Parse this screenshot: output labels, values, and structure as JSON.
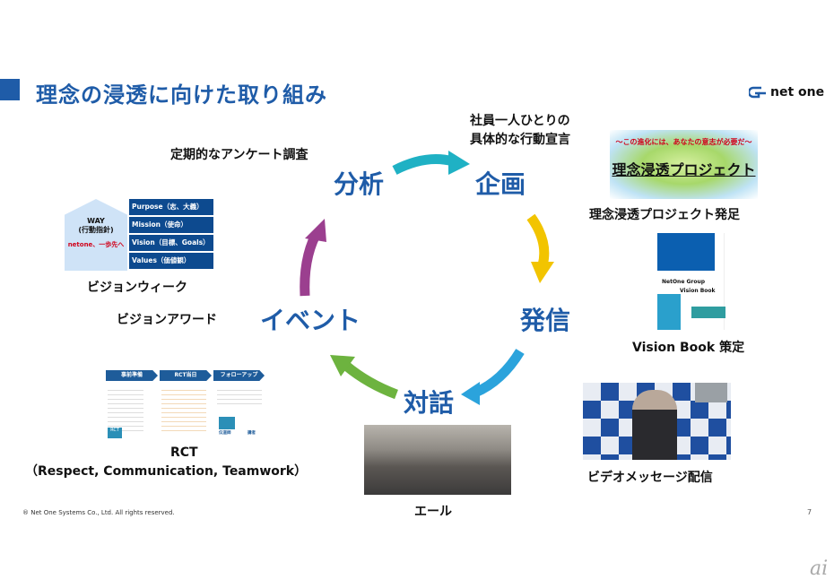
{
  "slide": {
    "title": "理念の浸透に向けた取り組み",
    "logo_text": "net one",
    "copyright": "® Net One Systems Co., Ltd. All rights reserved.",
    "page_number": "7",
    "watermark": "ai"
  },
  "cycle": {
    "analysis": "分析",
    "planning": "企画",
    "dissemination": "発信",
    "dialogue": "対話",
    "event": "イベント"
  },
  "labels": {
    "survey": "定期的なアンケート調査",
    "declaration_1": "社員一人ひとりの",
    "declaration_2": "具体的な行動宣言",
    "project_launch": "理念浸透プロジェクト発足",
    "vision_book": "Vision Book 策定",
    "video_message": "ビデオメッセージ配信",
    "yell": "エール",
    "rct": "RCT",
    "rct_full": "（Respect, Communication, Teamwork）",
    "vision_award": "ビジョンアワード",
    "vision_week": "ビジョンウィーク"
  },
  "way_figure": {
    "way": "WAY",
    "way_sub": "(行動指針)",
    "slogan": "netone、一歩先へ",
    "items": [
      "Purpose（志、大義）",
      "Mission（使命）",
      "Vision（目標、Goals）",
      "Values（価値観）"
    ]
  },
  "project_banner": {
    "subtitle": "〜この進化には、あなたの意志が必要だ〜",
    "title": "理念浸透プロジェクト"
  },
  "vision_book_cover": {
    "line1": "NetOne Group",
    "line2": "Vision Book"
  },
  "rct_figure": {
    "steps": [
      "事前準備",
      "RCT当日",
      "フォローアップ"
    ],
    "badge": "RCT",
    "left_tag": "伝道師",
    "right_tag": "講者"
  },
  "colors": {
    "brand_blue": "#1f5ca8",
    "arrow_teal": "#1fb1c4",
    "arrow_yellow": "#f2c400",
    "arrow_blue": "#2ba3dc",
    "arrow_green": "#6db33f",
    "arrow_purple": "#9b3f8f"
  }
}
